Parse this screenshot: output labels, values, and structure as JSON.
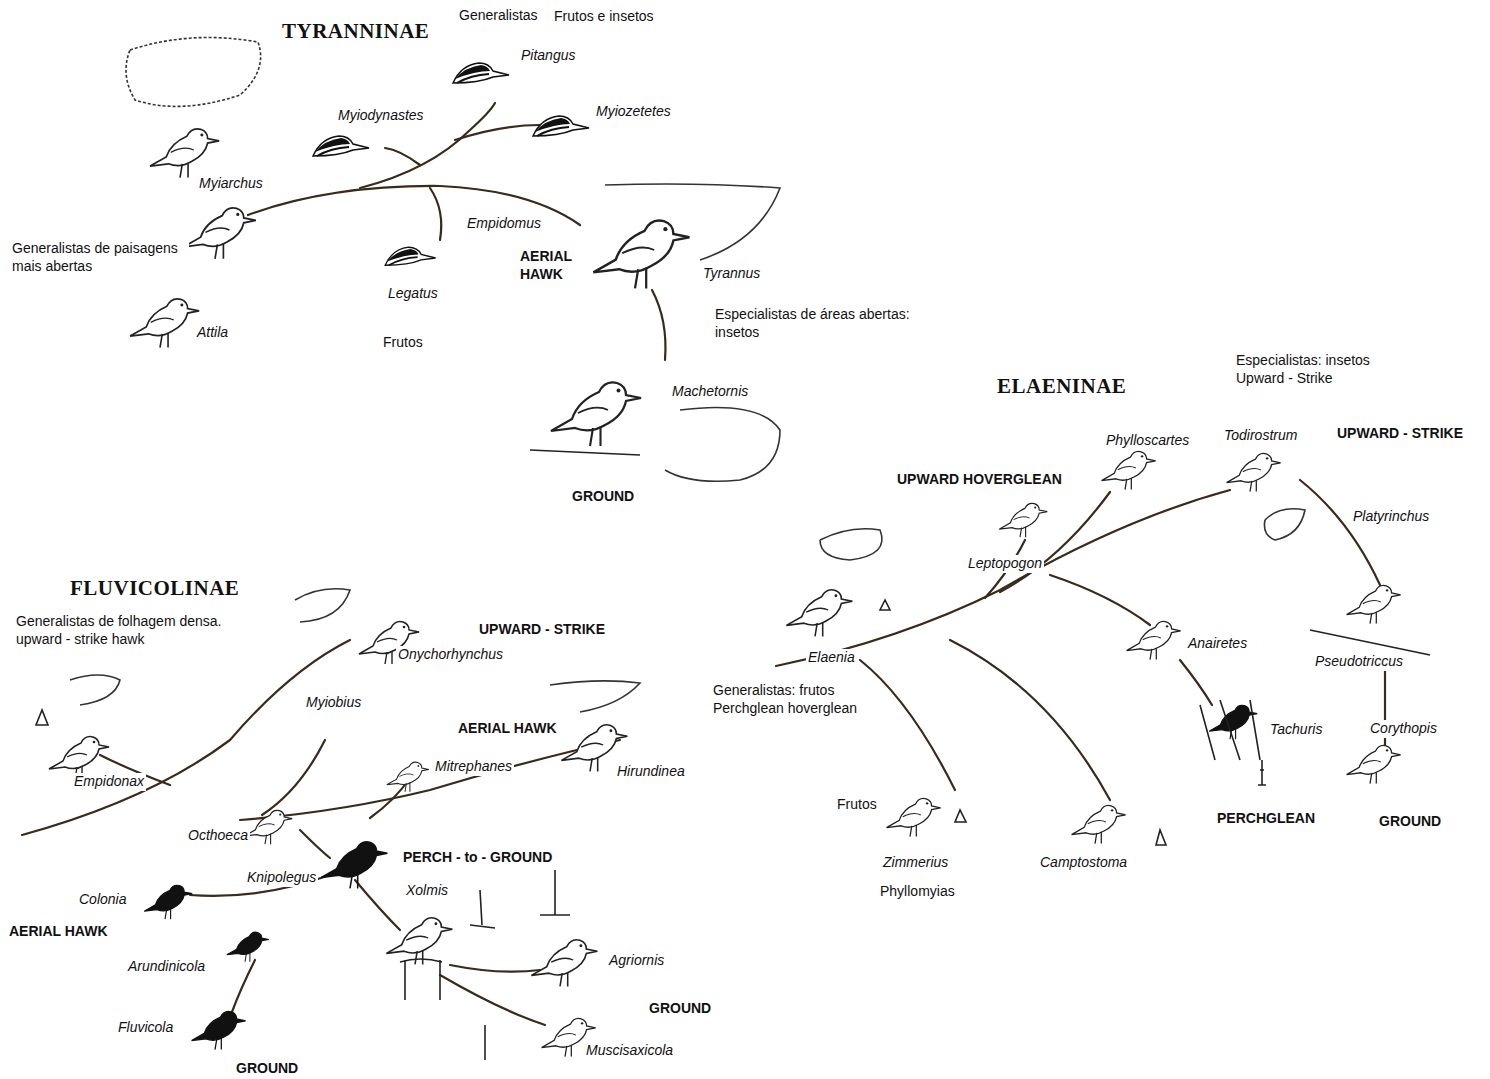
{
  "diagram": {
    "labels": [
      "TYRANNINAE",
      "Generalistas",
      "Frutos e insetos",
      "Pitangus",
      "Myiodynastes",
      "Myiozetetes",
      "Myiarchus",
      "Generalistas de paisagens mais abertas",
      "Empidomus",
      "AERIAL HAWK",
      "Tyrannus",
      "Legatus",
      "Attila",
      "Frutos",
      "Especialistas de áreas abertas: insetos",
      "Machetornis",
      "GROUND",
      "Especialistas: insetos Upward - Strike",
      "ELAENINAE",
      "Phylloscartes",
      "Todirostrum",
      "UPWARD - STRIKE",
      "UPWARD HOVERGLEAN",
      "Platyrinchus",
      "Leptopogon",
      "Anairetes",
      "Elaenia",
      "Pseudotriccus",
      "Generalistas: frutos Perchglean hoverglean",
      "Tachuris",
      "Corythopis",
      "Frutos",
      "PERCHGLEAN",
      "GROUND",
      "Zimmerius",
      "Camptostoma",
      "Phyllomyias",
      "FLUVICOLINAE",
      "Generalistas de folhagem densa. upward - strike hawk",
      "UPWARD - STRIKE",
      "Onychorhynchus",
      "Myiobius",
      "AERIAL HAWK",
      "Mitrephanes",
      "Hirundinea",
      "Empidonax",
      "Octhoeca",
      "PERCH - to - GROUND",
      "Knipolegus",
      "Xolmis",
      "Colonia",
      "AERIAL HAWK",
      "Agriornis",
      "Arundinicola",
      "GROUND",
      "Fluvicola",
      "Muscisaxicola",
      "GROUND"
    ]
  }
}
